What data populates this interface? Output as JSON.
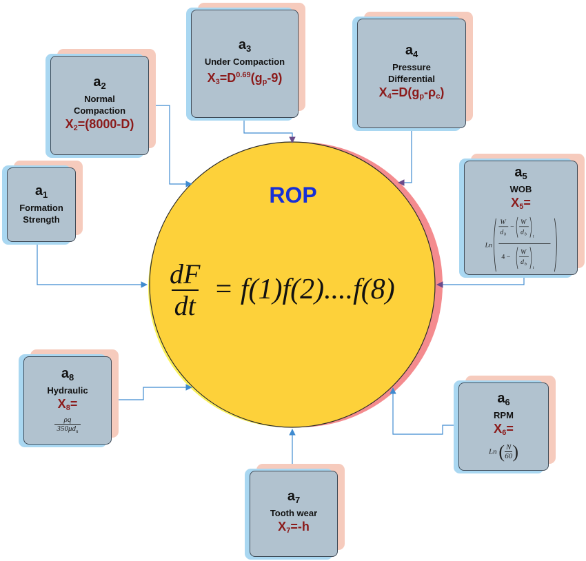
{
  "center": {
    "title": "ROP",
    "eq_num": "dF",
    "eq_den": "dt",
    "eq_rhs": "= f(1)f(2)....f(8)"
  },
  "boxes": {
    "a1": {
      "sym": "a",
      "idx": "1",
      "label_lines": [
        "Formation",
        "Strength"
      ]
    },
    "a2": {
      "sym": "a",
      "idx": "2",
      "label_lines": [
        "Normal",
        "Compaction"
      ],
      "formula_prefix": "X",
      "formula_idx": "2",
      "formula_rest": "=(8000-D)"
    },
    "a3": {
      "sym": "a",
      "idx": "3",
      "label_lines": [
        "Under Compaction"
      ],
      "formula_prefix": "X",
      "formula_idx": "3",
      "formula_mid": "=D",
      "formula_exp": "0.69",
      "formula_a": "(g",
      "formula_sub": "p",
      "formula_b": "-9)"
    },
    "a4": {
      "sym": "a",
      "idx": "4",
      "label_lines": [
        "Pressure",
        "Differential"
      ],
      "formula_prefix": "X",
      "formula_idx": "4",
      "formula_a": "=D(g",
      "formula_sub1": "p",
      "formula_b": "-ρ",
      "formula_sub2": "c",
      "formula_c": ")"
    },
    "a5": {
      "sym": "a",
      "idx": "5",
      "label_lines": [
        "WOB"
      ],
      "formula_prefix": "X",
      "formula_idx": "5",
      "formula_rest": "=",
      "expr": {
        "ln": "Ln",
        "w": "W",
        "db": "d",
        "b": "b",
        "t": "t",
        "four": "4 −",
        "minus": "−"
      }
    },
    "a6": {
      "sym": "a",
      "idx": "6",
      "label_lines": [
        "RPM"
      ],
      "formula_prefix": "X",
      "formula_idx": "6",
      "formula_rest": "=",
      "expr": {
        "ln": "Ln",
        "num": "N",
        "den": "60"
      }
    },
    "a7": {
      "sym": "a",
      "idx": "7",
      "label_lines": [
        "Tooth wear"
      ],
      "formula_prefix": "X",
      "formula_idx": "7",
      "formula_rest": "=-h"
    },
    "a8": {
      "sym": "a",
      "idx": "8",
      "label_lines": [
        "Hydraulic"
      ],
      "formula_prefix": "X",
      "formula_idx": "8",
      "formula_rest": "=",
      "expr": {
        "num": "ρq",
        "den": "350μd",
        "den_sub": "n"
      }
    }
  },
  "colors": {
    "circle_fill": "#fdd13a",
    "circle_crescent_left": "#fbf15a",
    "circle_crescent_right": "#f48b8e",
    "connector": "#3f8bd0",
    "title_blue": "#1730d6",
    "formula_red": "#8b1a1a"
  }
}
